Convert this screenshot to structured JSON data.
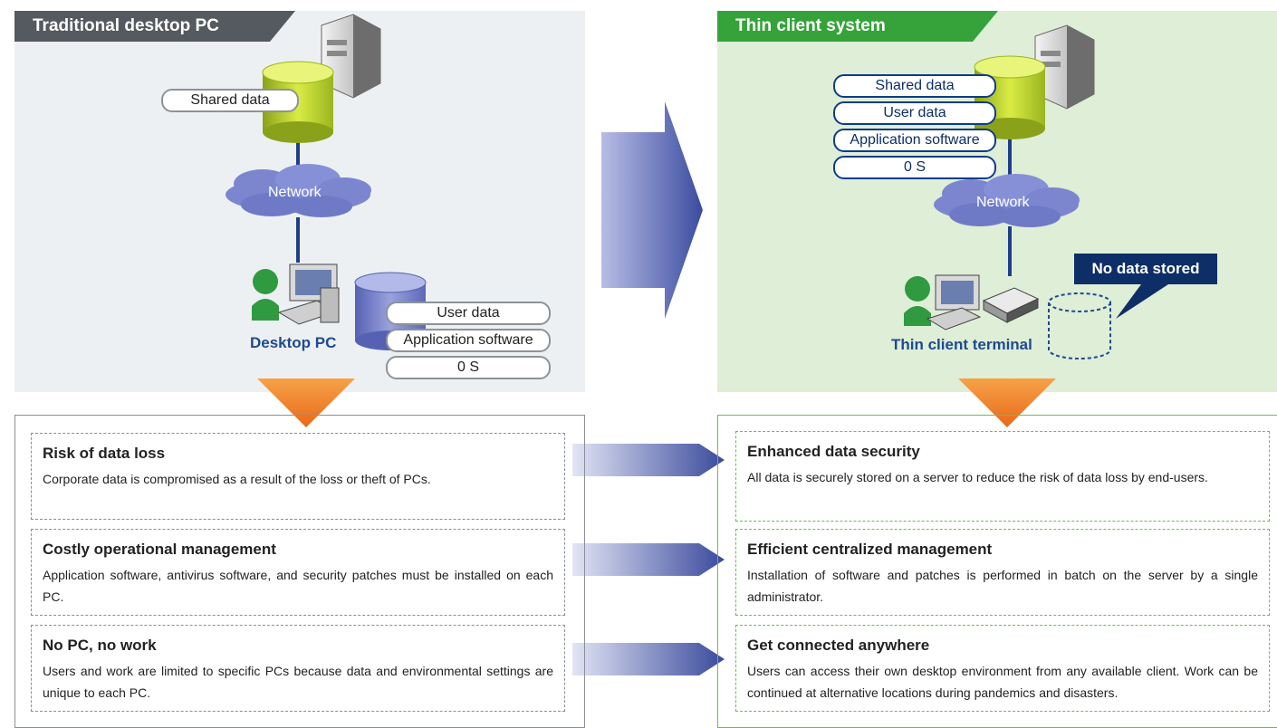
{
  "left": {
    "title": "Traditional desktop PC",
    "server_labels": [
      "Shared data"
    ],
    "network_label": "Network",
    "client_label": "Desktop PC",
    "client_labels": [
      "User data",
      "Application software",
      "0 S"
    ],
    "issues": [
      {
        "title": "Risk of data loss",
        "text": "Corporate data is compromised as a result of the loss or theft of PCs."
      },
      {
        "title": "Costly operational management",
        "text": "Application software, antivirus software, and security patches must be installed on each PC."
      },
      {
        "title": "No PC, no work",
        "text": "Users and work are limited to specific PCs because data and environmental settings are unique to each PC."
      }
    ]
  },
  "right": {
    "title": "Thin client system",
    "server_labels": [
      "Shared data",
      "User data",
      "Application software",
      "0 S"
    ],
    "network_label": "Network",
    "client_label": "Thin client terminal",
    "callout": "No data stored",
    "benefits": [
      {
        "title": "Enhanced data security",
        "text": "All data is securely stored on a server to reduce the risk of data loss by end-users."
      },
      {
        "title": "Efficient centralized management",
        "text": "Installation of software and patches is performed in batch on the server by a single administrator."
      },
      {
        "title": "Get connected anywhere",
        "text": "Users can access their own desktop environment from any available client. Work can be continued at alternative locations during pandemics and disasters."
      }
    ]
  },
  "colors": {
    "left_panel": "#edf0f3",
    "right_panel": "#deeed7",
    "left_tab": "#555a60",
    "right_tab": "#35a33a",
    "arrow": "#4a5ba8",
    "orange": "#f0822a",
    "navy": "#0d2e66"
  }
}
